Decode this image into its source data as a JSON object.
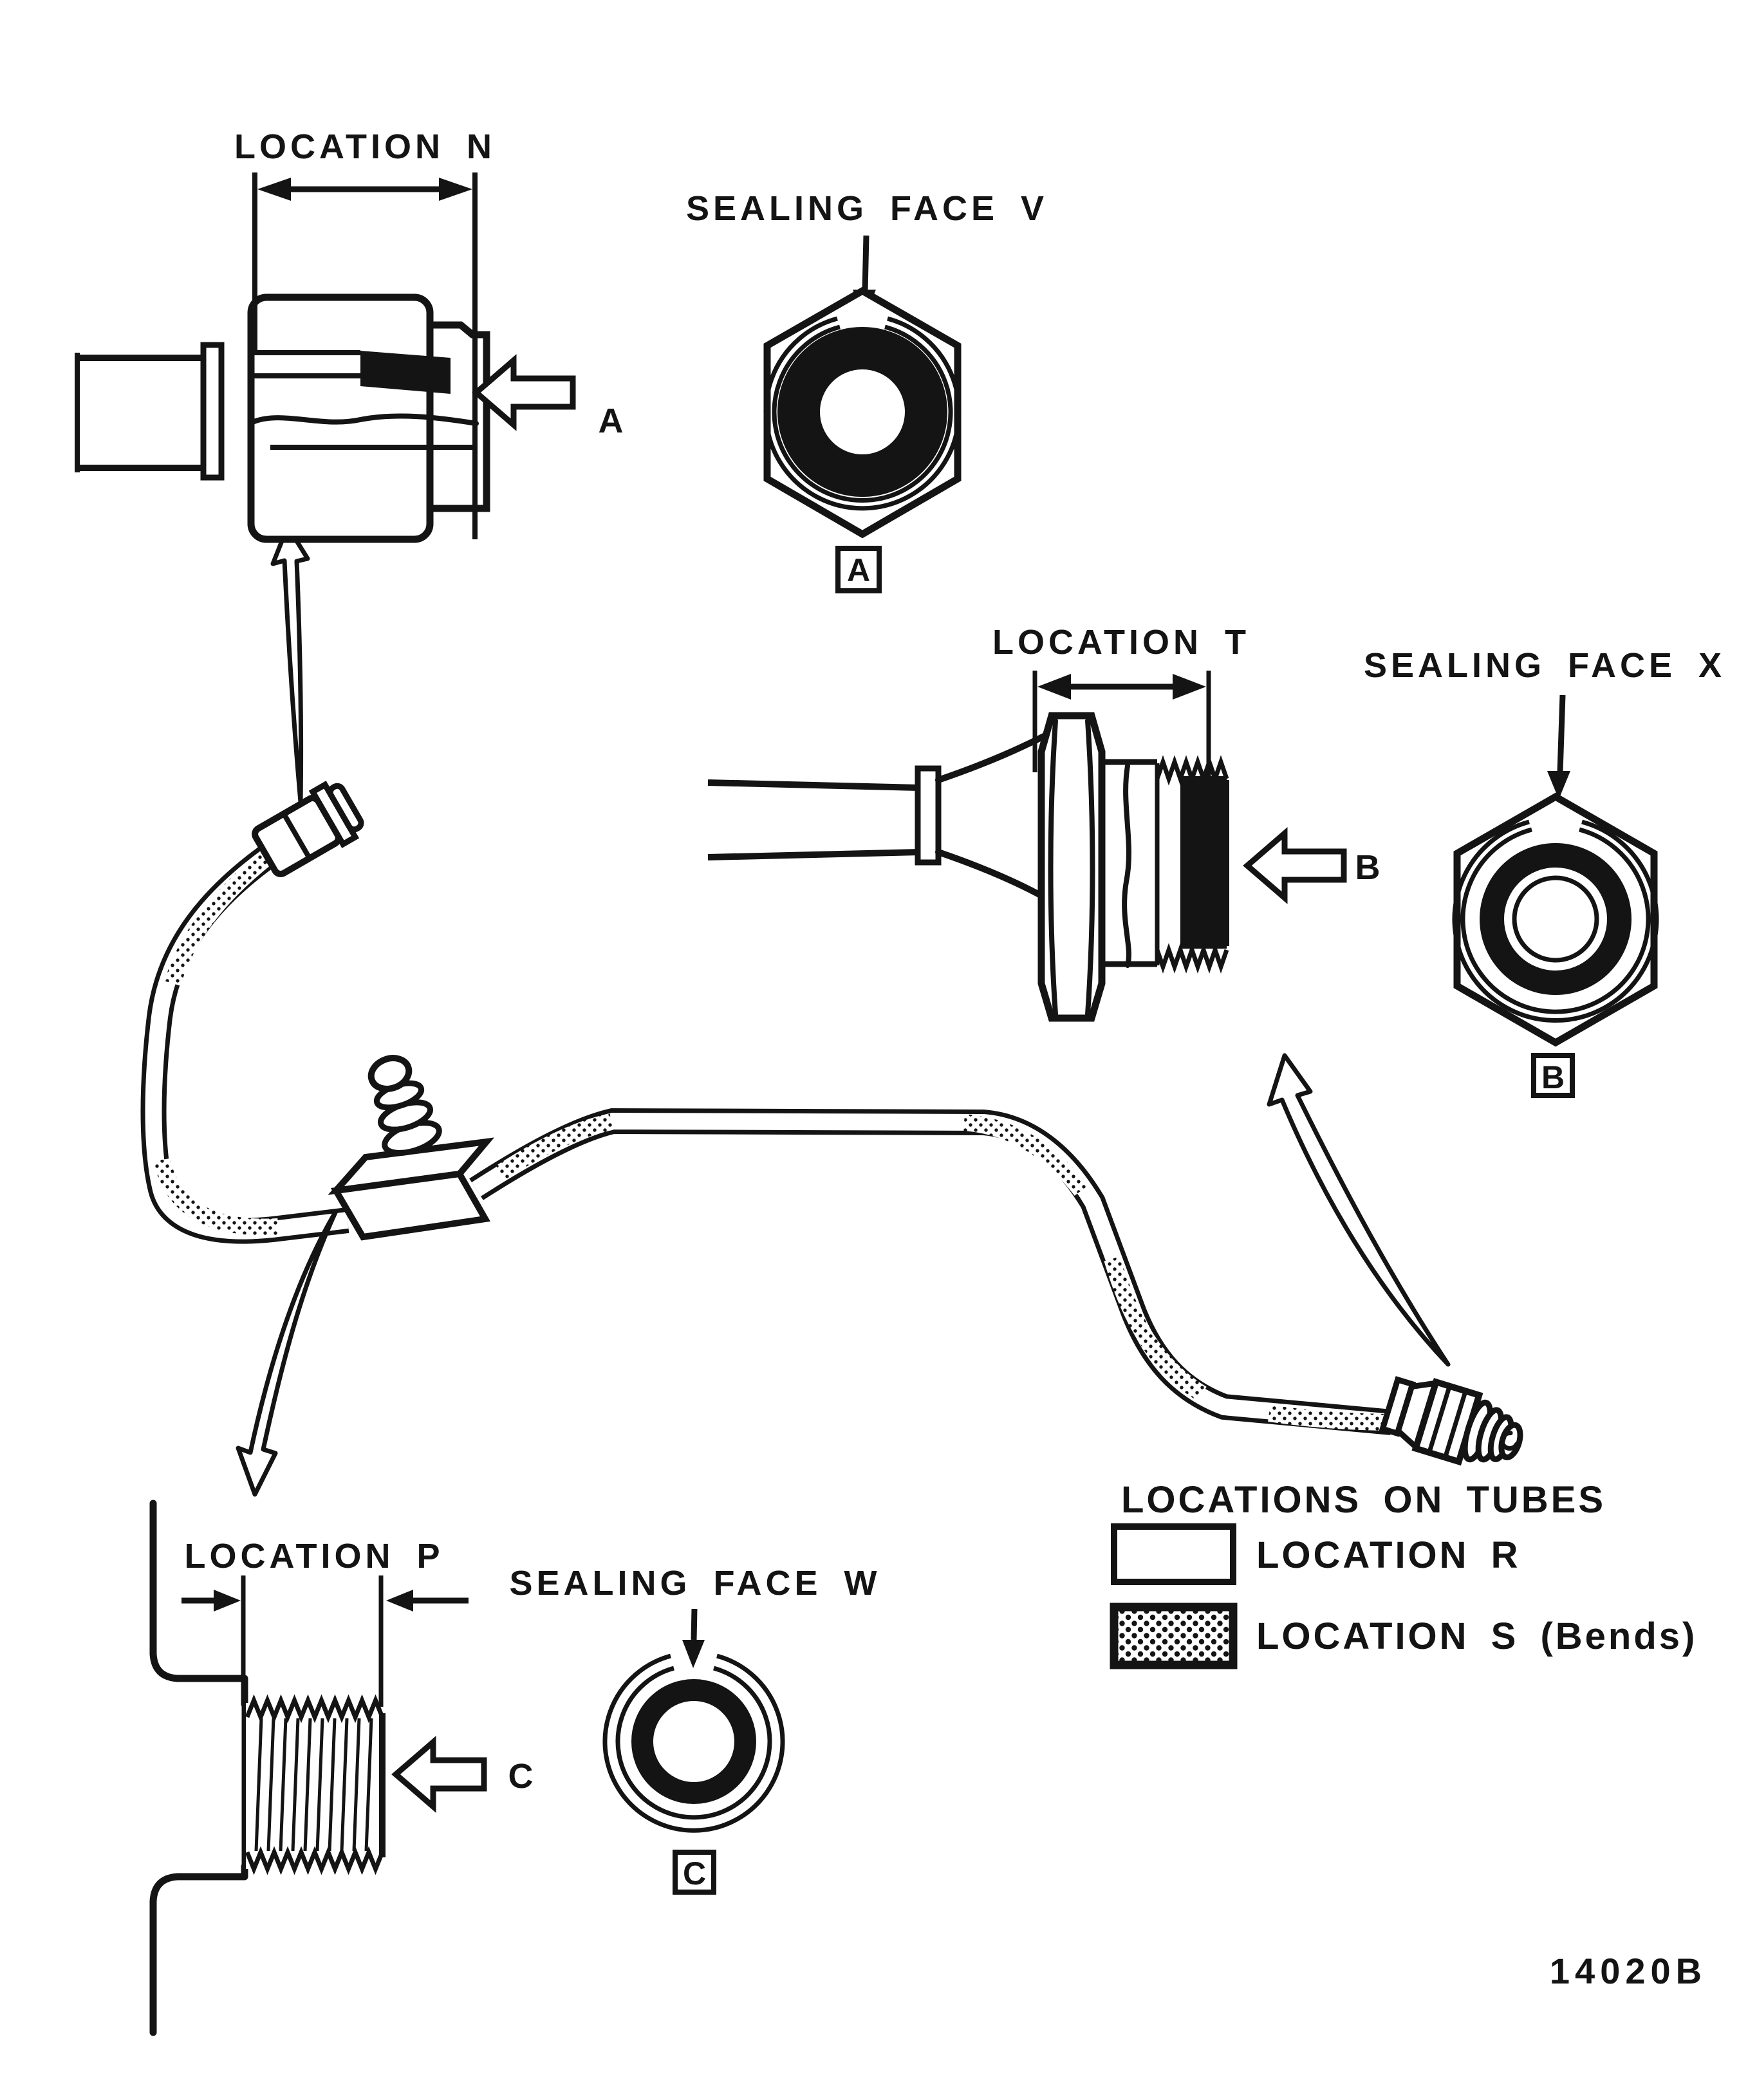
{
  "figure": {
    "number": "14020B"
  },
  "palette": {
    "ink": "#141414",
    "paper": "#ffffff"
  },
  "details": [
    {
      "id": "A",
      "location_label": "LOCATION N",
      "sealing_label": "SEALING FACE V",
      "arrow_label": "A",
      "ref_label": "A"
    },
    {
      "id": "B",
      "location_label": "LOCATION T",
      "sealing_label": "SEALING FACE X",
      "arrow_label": "B",
      "ref_label": "B"
    },
    {
      "id": "C",
      "location_label": "LOCATION P",
      "sealing_label": "SEALING FACE W",
      "arrow_label": "C",
      "ref_label": "C"
    }
  ],
  "legend": {
    "title": "LOCATIONS ON TUBES",
    "items": [
      {
        "label": "LOCATION R",
        "swatch": "plain"
      },
      {
        "label": "LOCATION S (Bends)",
        "swatch": "stippled"
      }
    ]
  }
}
